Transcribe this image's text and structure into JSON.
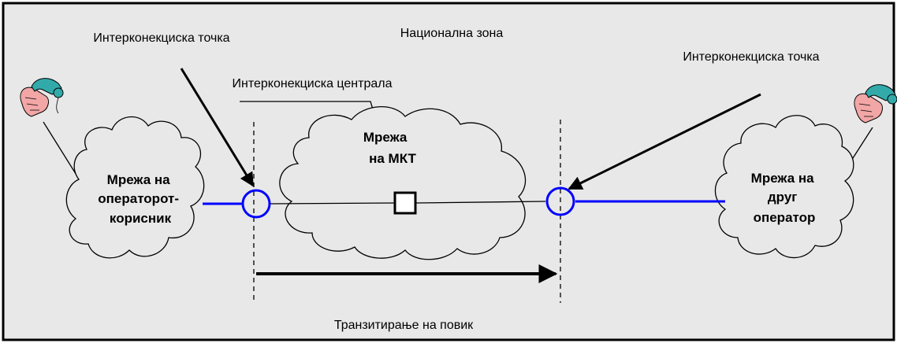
{
  "labels": {
    "national_zone": "Национална зона",
    "interconnect_point_left": "Интерконекциска точка",
    "interconnect_point_right": "Интерконекциска точка",
    "interconnect_exchange": "Интерконекциска централа",
    "transit_call": "Транзитирање на повик"
  },
  "networks": {
    "user_operator": [
      "Мрежа на",
      "операторот-",
      "корисник"
    ],
    "mkt": [
      "Мрежа",
      "на МКТ"
    ],
    "other_operator": [
      "Мрежа на",
      "друг",
      "оператор"
    ]
  },
  "colors": {
    "background": "#e8e8e8",
    "interconnect_blue": "#0000ff",
    "line": "#000000"
  },
  "icons": {
    "left_user": "telephone-handset-icon",
    "right_user": "telephone-handset-icon"
  }
}
